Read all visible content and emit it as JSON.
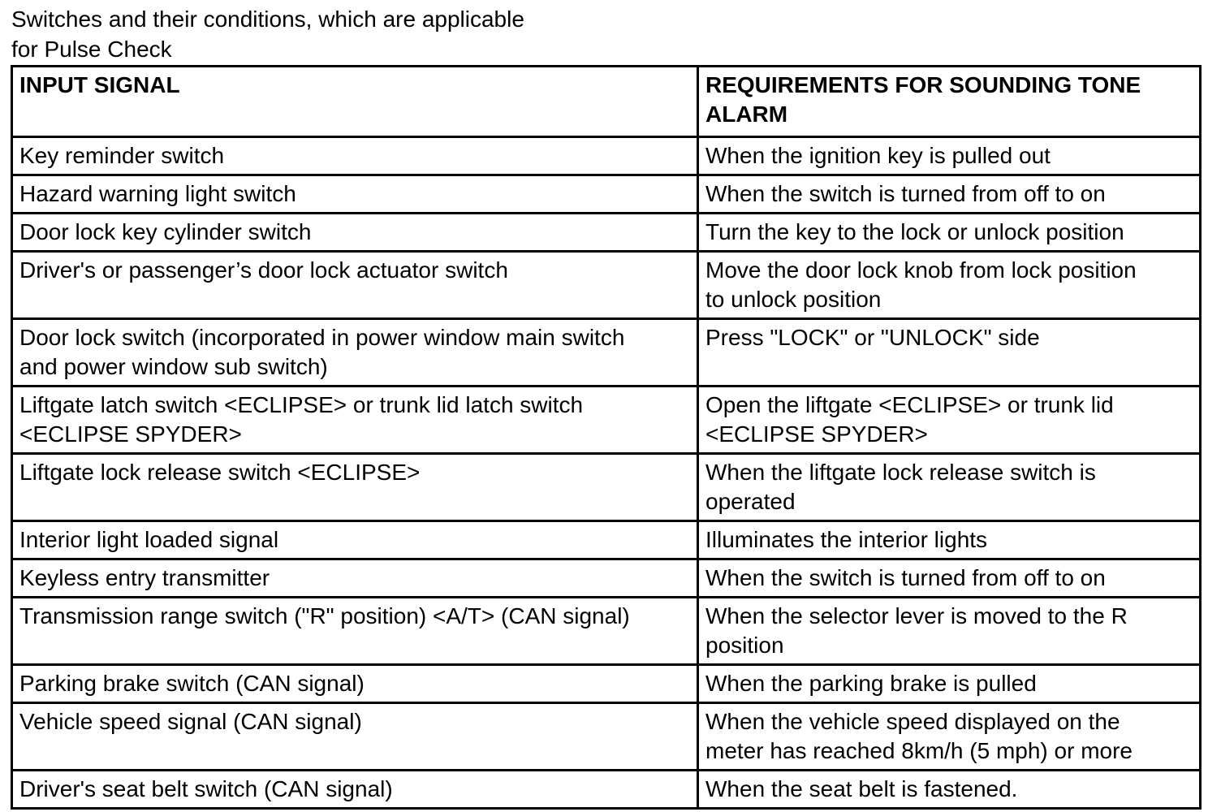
{
  "page": {
    "title_line1": "Switches and their conditions, which are applicable",
    "title_line2": "for Pulse Check"
  },
  "table": {
    "col_headers": {
      "input": "INPUT SIGNAL",
      "requirement": "REQUIREMENTS FOR SOUNDING TONE ALARM"
    },
    "rows": [
      {
        "input": "Key reminder switch",
        "requirement": "When the ignition key is pulled out"
      },
      {
        "input": "Hazard warning light switch",
        "requirement": "When the switch is turned from off to on"
      },
      {
        "input": "Door lock key cylinder switch",
        "requirement": "Turn the key to the lock or unlock position"
      },
      {
        "input": "Driver's or passenger’s door lock actuator switch",
        "requirement": "Move the door lock knob from lock position to unlock position"
      },
      {
        "input": "Door lock switch (incorporated in power window main switch and power window sub switch)",
        "requirement": "Press \"LOCK\" or \"UNLOCK\" side"
      },
      {
        "input": "Liftgate latch switch <ECLIPSE> or trunk lid latch switch <ECLIPSE SPYDER>",
        "requirement": "Open the liftgate <ECLIPSE> or trunk lid <ECLIPSE SPYDER>"
      },
      {
        "input": "Liftgate lock release switch <ECLIPSE>",
        "requirement": "When the liftgate lock release switch is operated"
      },
      {
        "input": "Interior light loaded signal",
        "requirement": "Illuminates the interior lights"
      },
      {
        "input": "Keyless entry transmitter",
        "requirement": "When the switch is turned from off to on"
      },
      {
        "input": "Transmission range switch (\"R\" position) <A/T> (CAN signal)",
        "requirement": "When the selector lever is moved to the R position"
      },
      {
        "input": "Parking brake switch (CAN signal)",
        "requirement": "When the parking brake is pulled"
      },
      {
        "input": "Vehicle speed signal (CAN signal)",
        "requirement": "When the vehicle speed displayed on the meter has reached 8km/h (5 mph) or more"
      },
      {
        "input": "Driver's seat belt switch (CAN signal)",
        "requirement": "When the seat belt is fastened."
      }
    ]
  },
  "colors": {
    "background": "#ffffff",
    "text": "#000000",
    "border": "#000000"
  }
}
